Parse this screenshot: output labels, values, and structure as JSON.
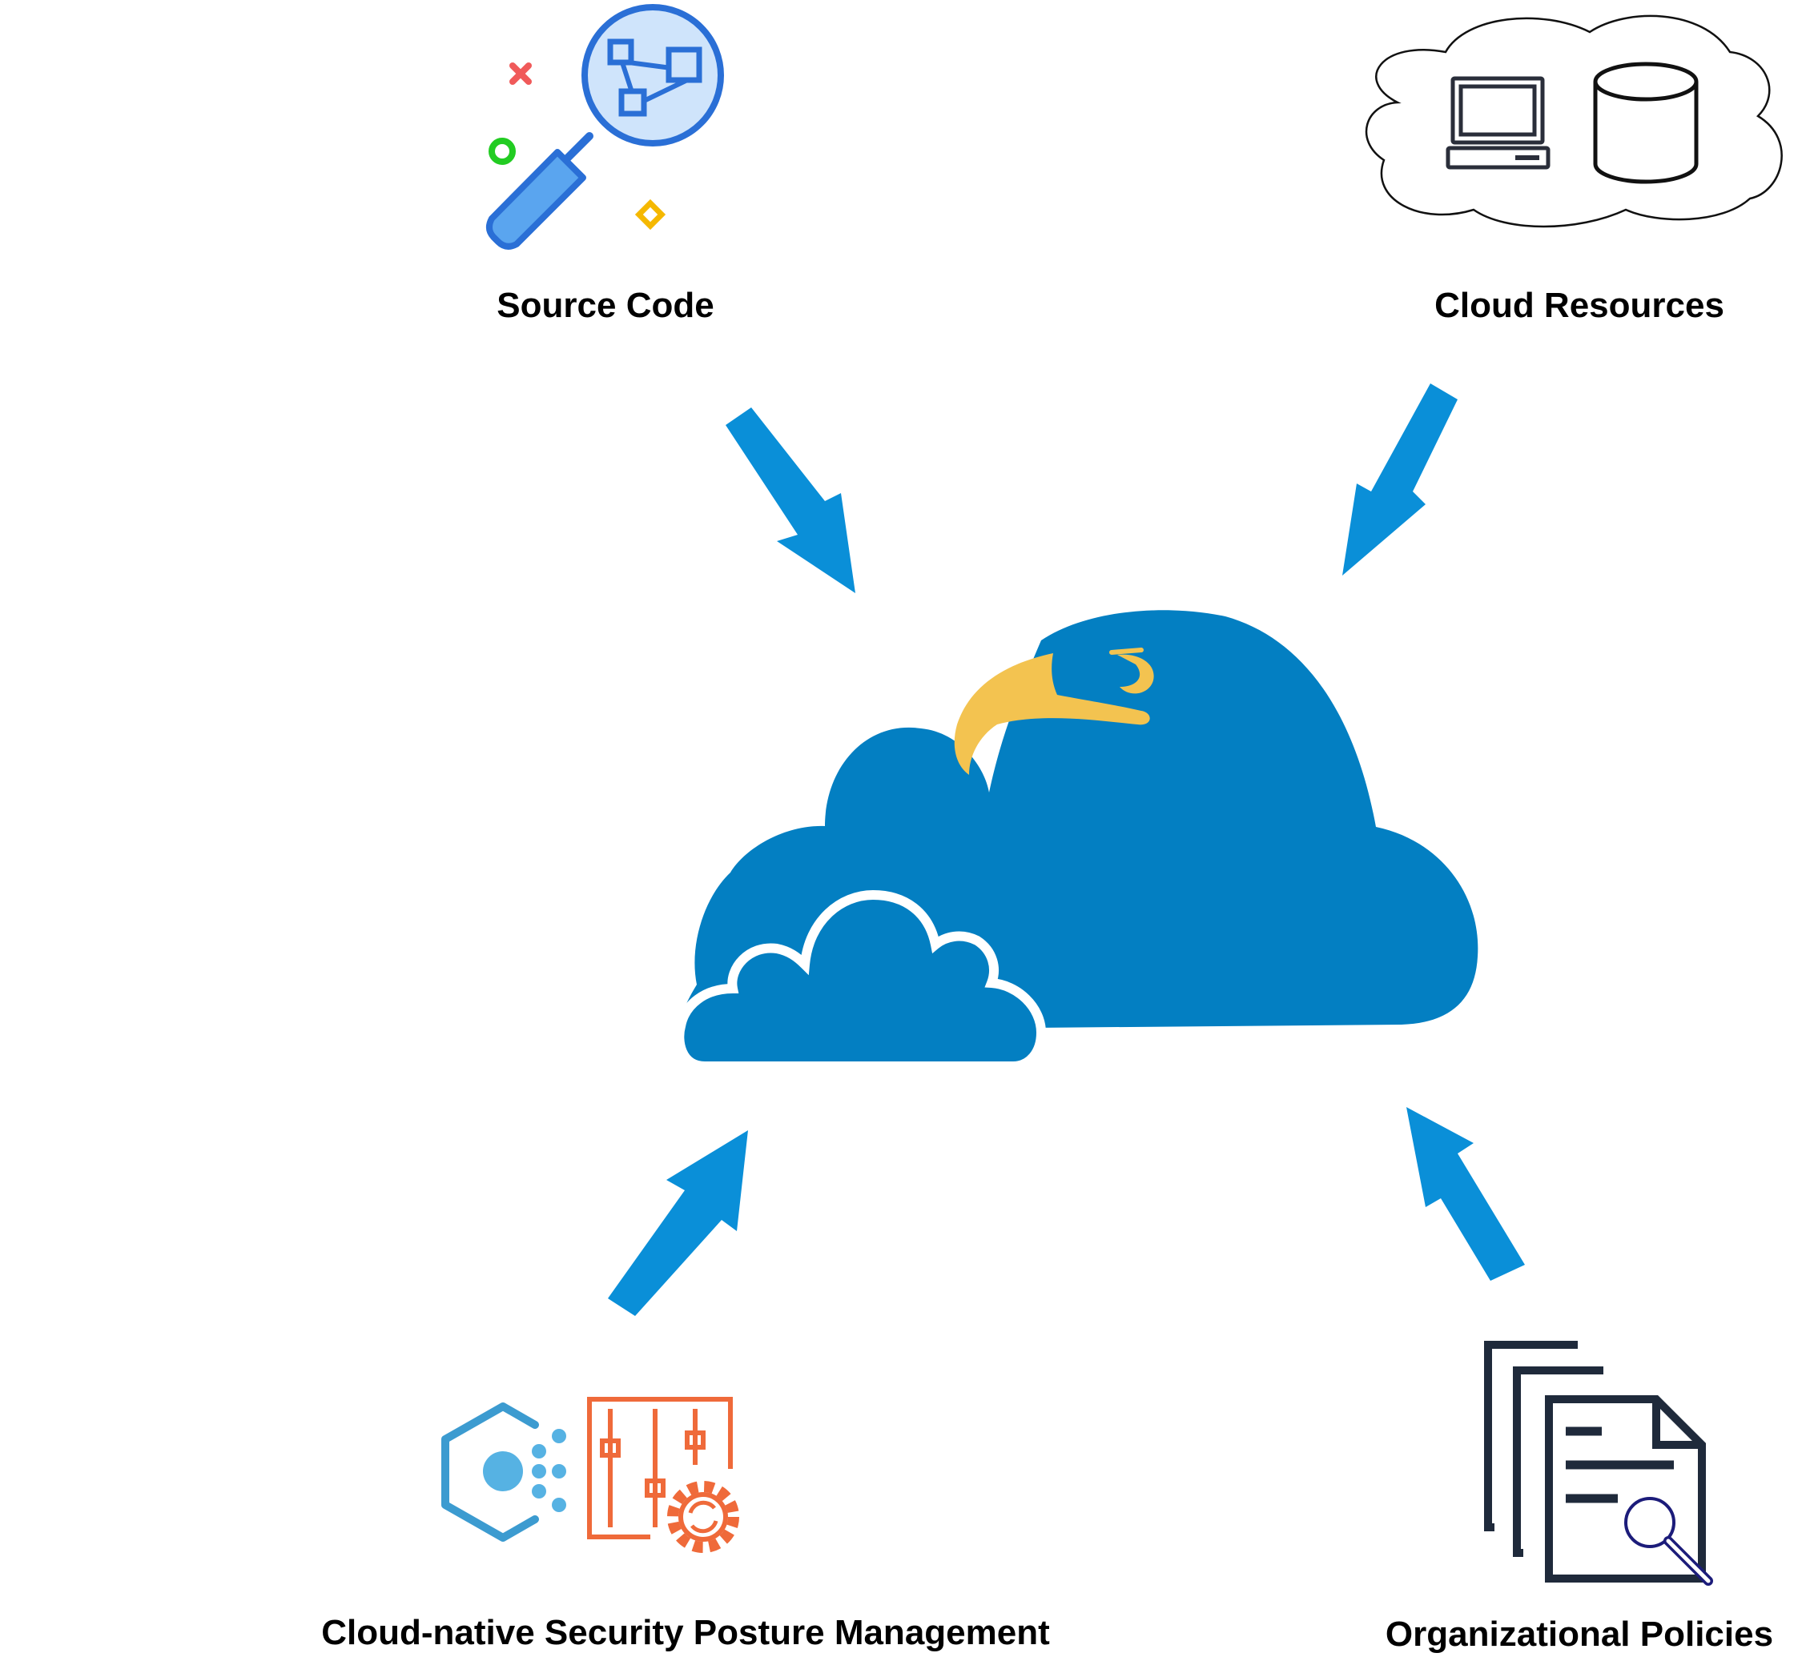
{
  "nodes": {
    "source_code": {
      "label": "Source Code"
    },
    "cloud_resources": {
      "label": "Cloud Resources"
    },
    "cspm": {
      "label": "Cloud-native Security Posture Management"
    },
    "org_policies": {
      "label": "Organizational Policies"
    }
  },
  "colors": {
    "arrow": "#0a8fd8",
    "eagle_cloud": "#037fc2",
    "beak": "#f3c350",
    "magnifier_blue": "#2a6fd6",
    "magnifier_fill": "#cfe4fb",
    "doc_dark": "#1f2a3b",
    "cspm_blue": "#3c9bd0",
    "cspm_orange": "#ef6a3a"
  },
  "icons": {
    "center": "eagle-cloud-logo",
    "source_code": "magnifier-diagram-icon",
    "cloud_resources": "cloud-computer-database-icon",
    "cspm": "cspm-icon",
    "org_policies": "documents-search-icon"
  }
}
